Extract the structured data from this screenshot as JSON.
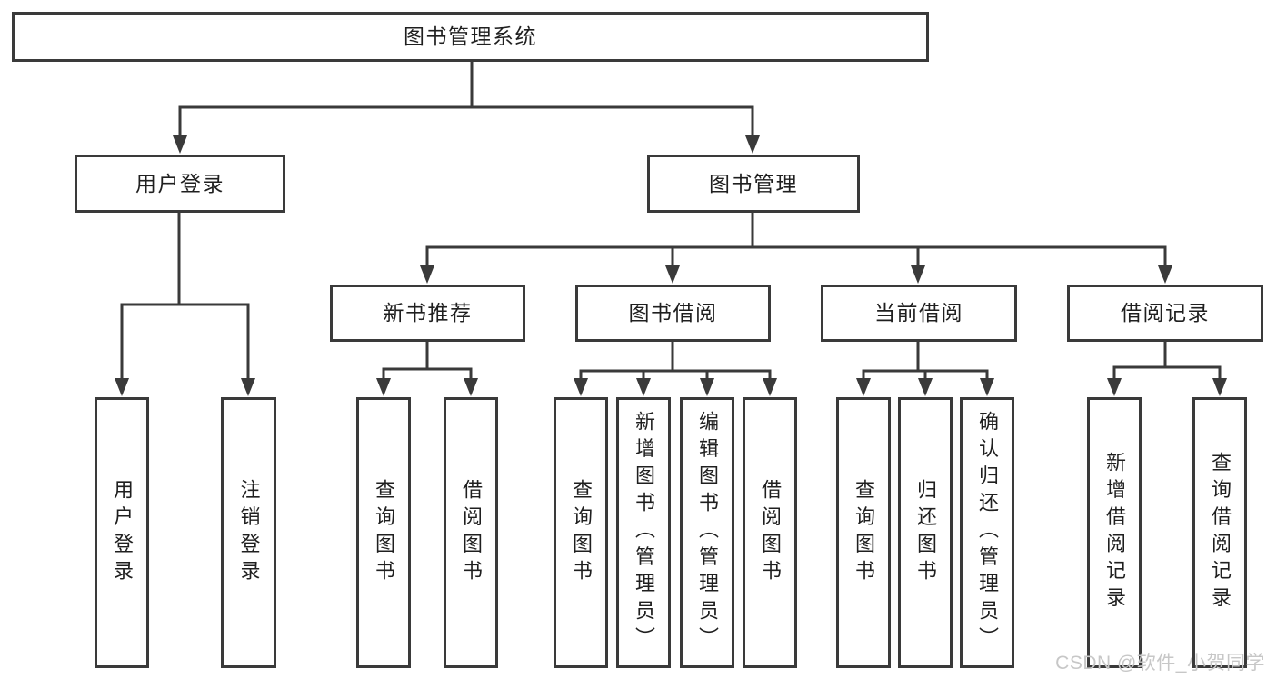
{
  "tree": {
    "label": "图书管理系统",
    "children": [
      {
        "label": "用户登录",
        "children": [
          {
            "label": "用户登录"
          },
          {
            "label": "注销登录"
          }
        ]
      },
      {
        "label": "图书管理",
        "children": [
          {
            "label": "新书推荐",
            "children": [
              {
                "label": "查询图书"
              },
              {
                "label": "借阅图书"
              }
            ]
          },
          {
            "label": "图书借阅",
            "children": [
              {
                "label": "查询图书"
              },
              {
                "label": "新增图书（管理员）"
              },
              {
                "label": "编辑图书（管理员）"
              },
              {
                "label": "借阅图书"
              }
            ]
          },
          {
            "label": "当前借阅",
            "children": [
              {
                "label": "查询图书"
              },
              {
                "label": "归还图书"
              },
              {
                "label": "确认归还（管理员）"
              }
            ]
          },
          {
            "label": "借阅记录",
            "children": [
              {
                "label": "新增借阅记录"
              },
              {
                "label": "查询借阅记录"
              }
            ]
          }
        ]
      }
    ]
  },
  "watermark": "CSDN @软件_小贺同学",
  "colors": {
    "line": "#3a3a3a",
    "box_border": "#3a3a3a",
    "box_background": "#ffffff",
    "text": "#1f1f1f",
    "watermark": "#c7c7c7",
    "page_background": "#ffffff"
  }
}
